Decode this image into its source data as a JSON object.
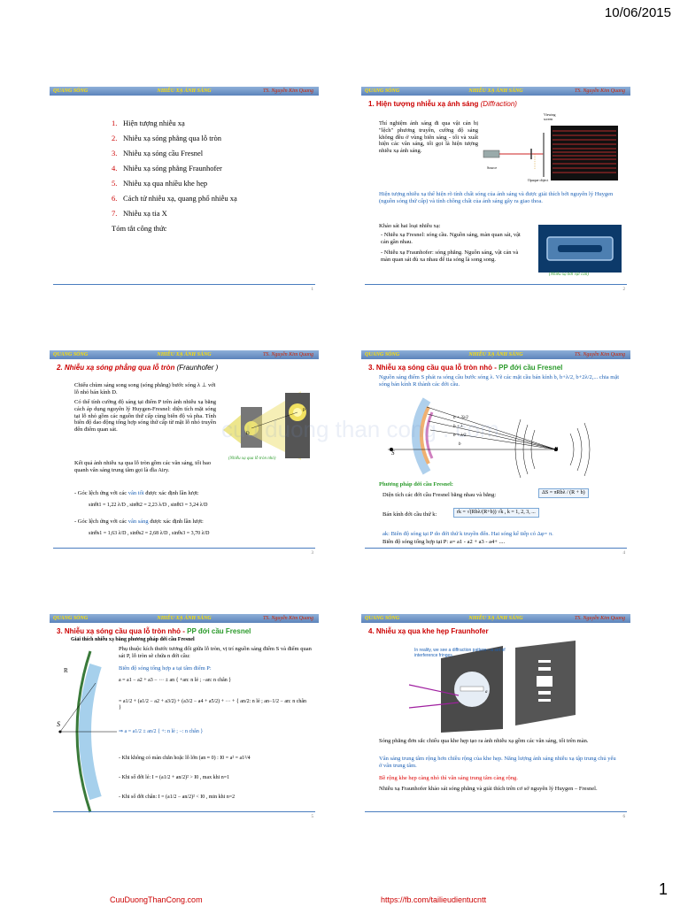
{
  "page": {
    "date": "10/06/2015",
    "page_number": "1",
    "footer_left": "CuuDuongThanCong.com",
    "footer_right": "https://fb.com/tailieudientucntt",
    "watermark": "cuu duong than cong . com"
  },
  "header": {
    "left": "QUANG SÓNG",
    "center": "NHIỄU XẠ ÁNH SÁNG",
    "right": "TS. Nguyễn Kim Quang"
  },
  "s1": {
    "number": "1",
    "items": [
      {
        "n": "1.",
        "text": "Hiện tượng nhiễu xạ"
      },
      {
        "n": "2.",
        "text": "Nhiễu xạ sóng phẳng qua lỗ tròn"
      },
      {
        "n": "3.",
        "text": "Nhiễu xạ sóng cầu Fresnel"
      },
      {
        "n": "4.",
        "text": "Nhiễu xạ sóng phẳng Fraunhofer"
      },
      {
        "n": "5.",
        "text": "Nhiễu xạ qua nhiều khe hẹp"
      },
      {
        "n": "6.",
        "text": "Cách tử nhiễu xạ, quang phổ nhiễu xạ"
      },
      {
        "n": "7.",
        "text": "Nhiễu xạ tia X"
      }
    ],
    "summary": "Tóm tắt công thức"
  },
  "s2": {
    "number": "2",
    "title": "1. Hiện tượng nhiễu xạ ánh sáng",
    "title_en": "(Diffraction)",
    "p1": "Thí nghiệm ánh sáng đi qua vật cản bị \"lệch\" phương truyền, cường độ sáng không đều ở vùng biên sáng - tối và xuất hiện các vân sáng, tối gọi là hiện tượng nhiễu xạ ánh sáng.",
    "lbl_screen": "Viewing screen",
    "lbl_source": "Source",
    "lbl_object": "Opaque object",
    "p2": "Hiện tượng nhiễu xạ thể hiện rõ tính chất sóng của ánh sáng và được giải thích bởi nguyên lý Huygen (nguồn sóng thứ cấp) và tính chồng chất của ánh sáng gây ra giao thoa.",
    "p3": "Khảo sát hai loại nhiễu xạ:",
    "b1": "- Nhiễu xạ Fresnel: sóng cầu. Nguồn sáng, màn quan sát, vật cản gần nhau.",
    "b2": "- Nhiễu xạ Fraunhofer: sóng phẳng. Nguồn sáng, vật cản và màn quan sát đủ xa nhau để tia sóng là song song.",
    "caption": "(Nhiễu xạ bởi vật cản)"
  },
  "s3": {
    "number": "3",
    "title": "2. Nhiễu xạ sóng phẳng qua lỗ tròn",
    "title_en": "(Fraunhofer )",
    "p1": "Chiếu chùm sáng song song (sóng phẳng) bước sóng λ ⊥ với lỗ nhỏ bán kính D.",
    "p2": "Có thể tính cường độ sáng tại điểm P trên ảnh nhiễu xạ bằng cách áp dụng nguyên lý Huygen-Fresnel: diện tích mặt sóng tại lỗ nhỏ gồm các nguồn thứ cấp cùng biên độ và pha. Tính biên độ dao động tổng hợp sóng thứ cấp từ mặt lỗ nhỏ truyền đến điểm quan sát.",
    "p3": "Kết quả ảnh nhiễu xạ qua lỗ tròn gồm các vân sáng, tối bao quanh vân sáng trung tâm gọi là đĩa Airy.",
    "caption": "(Nhiễu xạ qua lỗ tròn nhỏ)",
    "dark_intro": "- Góc lệch ứng với các vân tối được xác định lần lượt:",
    "dark_f": "sinθt1 = 1,22 λ/D , sinθt2 = 2,23 λ/D , sinθt3 = 3,24 λ/D",
    "bright_intro": "- Góc lệch ứng với các vân sáng được xác định lần lượt:",
    "bright_f": "sinθs1 = 1,63 λ/D , sinθs2 = 2,68 λ/D , sinθs3 = 3,70 λ/D",
    "lbl_p": "P",
    "lbl_d": "D"
  },
  "s4": {
    "number": "4",
    "title": "3. Nhiễu xạ sóng cầu qua lỗ tròn nhỏ -",
    "title_pp": "PP đới cầu Fresnel",
    "p1": "Nguồn sáng điểm S phát ra sóng cầu bước sóng λ. Vẽ các mặt cầu bán kính b, b+λ/2, b+2λ/2,... chia mặt sóng bán kính R thành các đới cầu.",
    "lbl_S": "S",
    "lbl_P": "P",
    "lbl_b": "b",
    "lbl_b1": "b + λ/2",
    "lbl_b2": "b + λ",
    "lbl_b3": "b + 3λ/2",
    "method": "Phương pháp đới cầu Fresnel:",
    "area": "Diện tích các đới cầu Fresnel bằng nhau và bằng:",
    "area_f": "ΔS = πRbλ / (R + b)",
    "radius": "Bán kính đới cầu thứ k:",
    "radius_f": "rk = √(Rbλ/(R+b)) √k , k = 1, 2, 3, ...",
    "ak": "ak: Biên độ sóng tại P do đới thứ k truyền đến. Hai sóng kế tiếp có Δφ= π.",
    "sum": "Biên độ sóng tổng hợp tại P:  a= a1 - a2 + a3 - a4+ ...."
  },
  "s5": {
    "number": "5",
    "title": "3. Nhiễu xạ sóng cầu qua lỗ tròn nhỏ -",
    "title_pp": "PP đới cầu Fresnel",
    "sub": "Giải thích nhiễu xạ bằng phương pháp đới cầu Fresnel",
    "p1": "Phụ thuộc kích thước tương đối giữa lỗ tròn, vị trí nguồn sáng điểm S và điểm quan sát P, lỗ tròn sẽ chứa n đới cầu:",
    "p2": "Biên độ sóng tổng hợp a tại tâm điểm P:",
    "f1": "a = a1 − a2 + a3 − ··· ± an { +an: n lẻ ; −an: n chẵn }",
    "f2": "= a1/2 + (a1/2 − a2 + a3/2) + (a3/2 − a4 + a5/2) + ··· + { an/2: n lẻ ; an−1/2 − an: n chẵn }",
    "f3": "⇒ a = a1/2 ± an/2 { +: n lẻ ; −: n chẵn }",
    "c1": "- Khi không có màn chắn hoặc lỗ lớn (an ≈ 0) :  I0 = a² = a1²/4",
    "c2": "- Khi số đới lẻ:  I = (a1/2 + an/2)² > I0   , max khi n=1",
    "c3": "- Khi số đới chẵn:  I = (a1/2 − an/2)² < I0   , min khi n=2",
    "lbl_R": "R",
    "lbl_S": "S",
    "lbl_P": "P"
  },
  "s6": {
    "number": "6",
    "title": "4. Nhiễu xạ qua khe hẹp Fraunhofer",
    "note": "In reality, we see a diffraction pattern—a set of interference fringes.",
    "lbl_a": "a",
    "p1": "Sóng phẳng đơn sắc chiếu qua khe hẹp tạo ra ảnh nhiễu xạ gồm các vân sáng, tối trên màn.",
    "p2": "Vân sáng trung tâm rộng hơn chiều rộng của khe hẹp. Năng lượng ánh sáng nhiễu xạ tập trung chủ yếu ở vân trung tâm.",
    "p3": "Bề rộng khe hẹp càng nhỏ thì vân sáng trung tâm càng rộng.",
    "p4": "Nhiễu xạ Fraunhofer khảo sát sóng phẳng và giải thích trên cơ sở nguyên lý Huygen – Fresnel."
  }
}
